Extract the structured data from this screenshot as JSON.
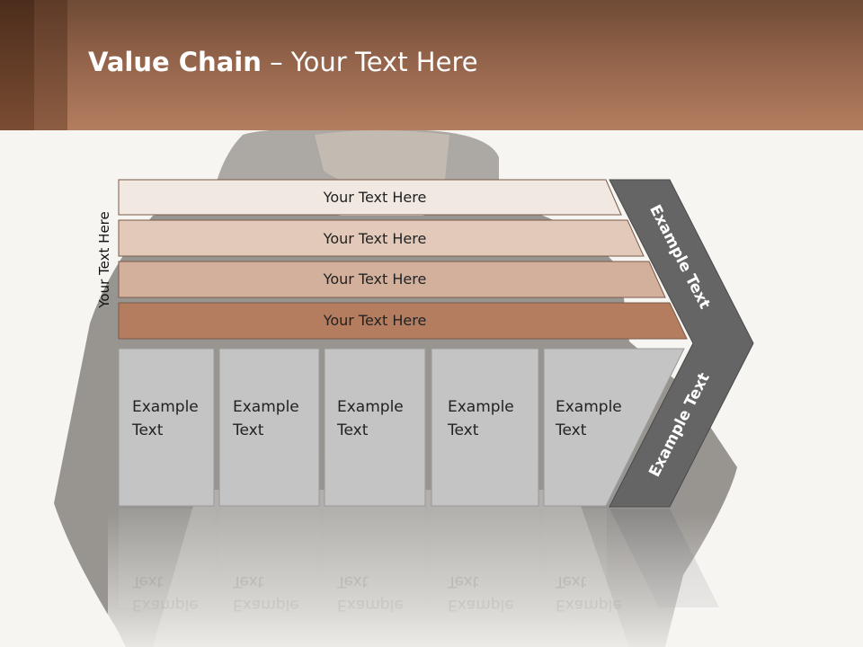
{
  "header": {
    "title_bold": "Value Chain",
    "title_rest": " – Your Text Here",
    "accent_color": "#b47d5f"
  },
  "side_label": "Your Text Here",
  "bars": [
    {
      "label": "Your Text Here",
      "color": "#f0e8e1"
    },
    {
      "label": "Your Text Here",
      "color": "#e3c9b9"
    },
    {
      "label": "Your Text Here",
      "color": "#d3b09c"
    },
    {
      "label": "Your Text Here",
      "color": "#b47d5f"
    }
  ],
  "boxes": [
    {
      "label": "Example\nText"
    },
    {
      "label": "Example\nText"
    },
    {
      "label": "Example\nText"
    },
    {
      "label": "Example\nText"
    },
    {
      "label": "Example\nText"
    }
  ],
  "arrow": {
    "upper_label": "Example Text",
    "lower_label": "Example Text",
    "color": "#656565"
  }
}
